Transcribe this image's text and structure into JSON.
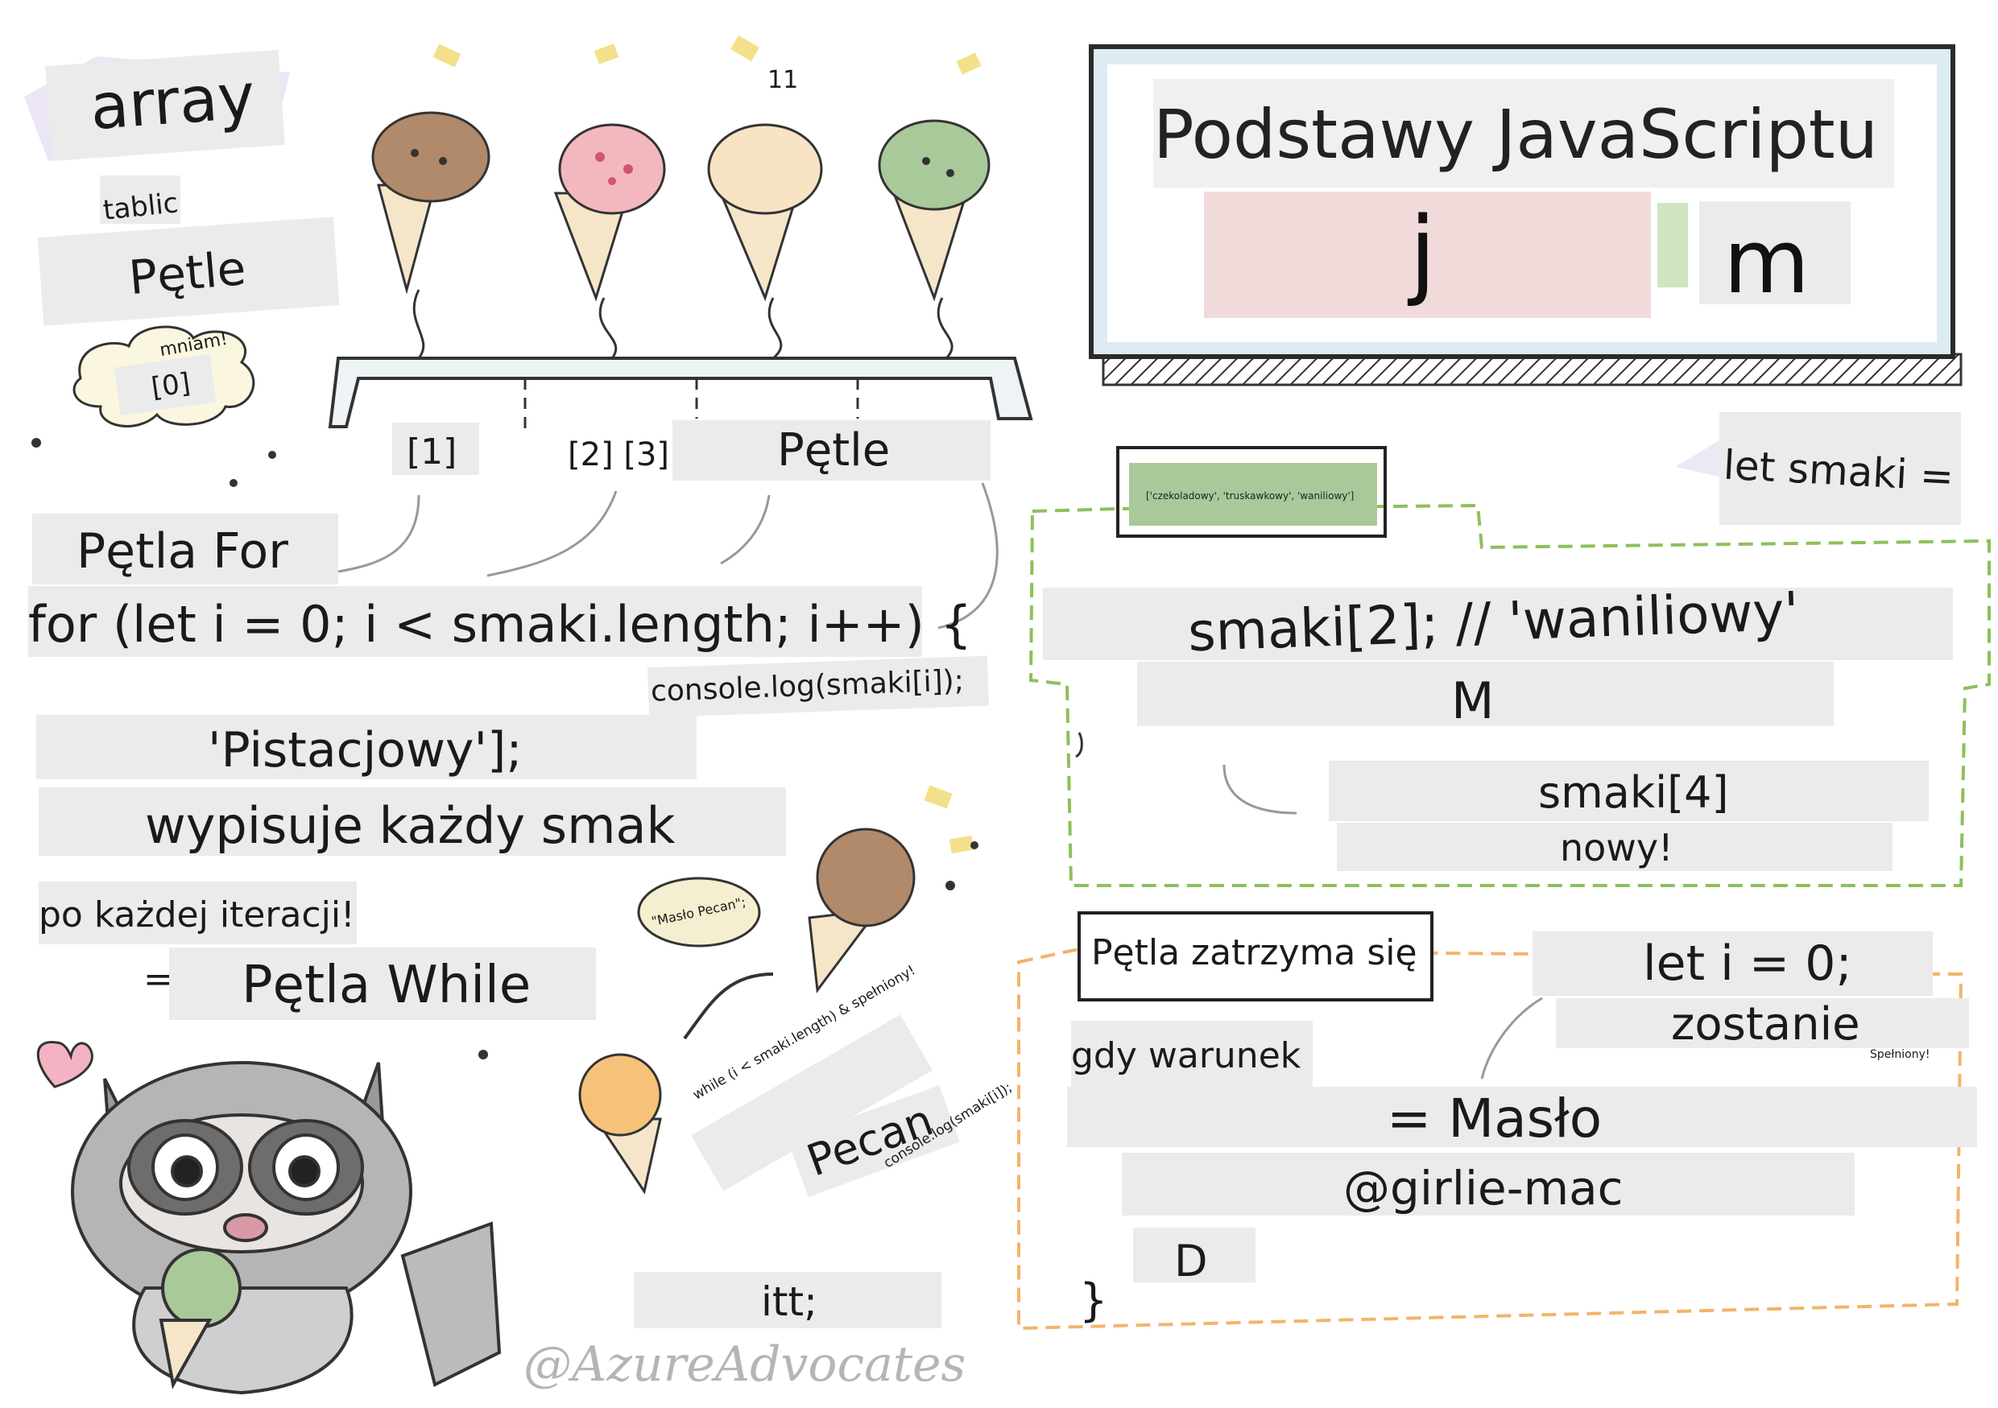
{
  "title_box": {
    "title": "Podstawy JavaScriptu",
    "line2_a": "j",
    "line2_b": "m"
  },
  "left": {
    "array_word": "array",
    "tablic": "tablic",
    "petle_top": "Pętle",
    "mniam": "mniam!",
    "idx0": "[0]",
    "idx1": "[1]",
    "idx23": "[2] [3]",
    "petle_mid": "Pętle",
    "eleven": "11",
    "petla_for": "Pętla For",
    "for_code": "for (let i = 0; i < smaki.length; i++) {",
    "console_code": "console.log(smaki[i]);",
    "pistacjowy": "'Pistacjowy'];",
    "wypisuje": "wypisuje każdy smak",
    "po_kazdej": "po każdej iteracji!",
    "equals": "=",
    "petla_while": "Pętla While",
    "maslo_pecan_bubble": "\"Masło Pecan\";",
    "while_code": "while (i < smaki.length) & spełniony!",
    "pecan": "Pecan",
    "console_small": "console.log(smaki[i]);",
    "itt": "itt;",
    "azure": "@AzureAdvocates"
  },
  "right": {
    "let_smaki": "let smaki =",
    "flavors_array": "['czekoladowy', 'truskawkowy', 'waniliowy']",
    "smaki2": "smaki[2]; // 'waniliowy'",
    "m_cap": "M",
    "smaki4": "smaki[4]",
    "nowy": "nowy!",
    "petla_zatrzyma": "Pętla zatrzyma się",
    "let_i": "let i = 0;",
    "zostanie": "zostanie",
    "spelniony": "Spełniony!",
    "gdy_warunek": "gdy warunek",
    "eq_maslo": "= Masło",
    "girlie": "@girlie-mac",
    "d_letter": "D",
    "brace": "}"
  },
  "colors": {
    "title_frame": "#2b2b2b",
    "title_fill": "#dcebf3",
    "green_dash": "#8dc05a",
    "orange_dash": "#f2b46a",
    "patch": "#ebebeb",
    "pink": "#f1dada",
    "choc": "#b08a6a",
    "straw": "#f3b8bf",
    "vanilla": "#f8e4c4",
    "mint": "#a9c99a",
    "raccoon": "#9a9a9a"
  }
}
